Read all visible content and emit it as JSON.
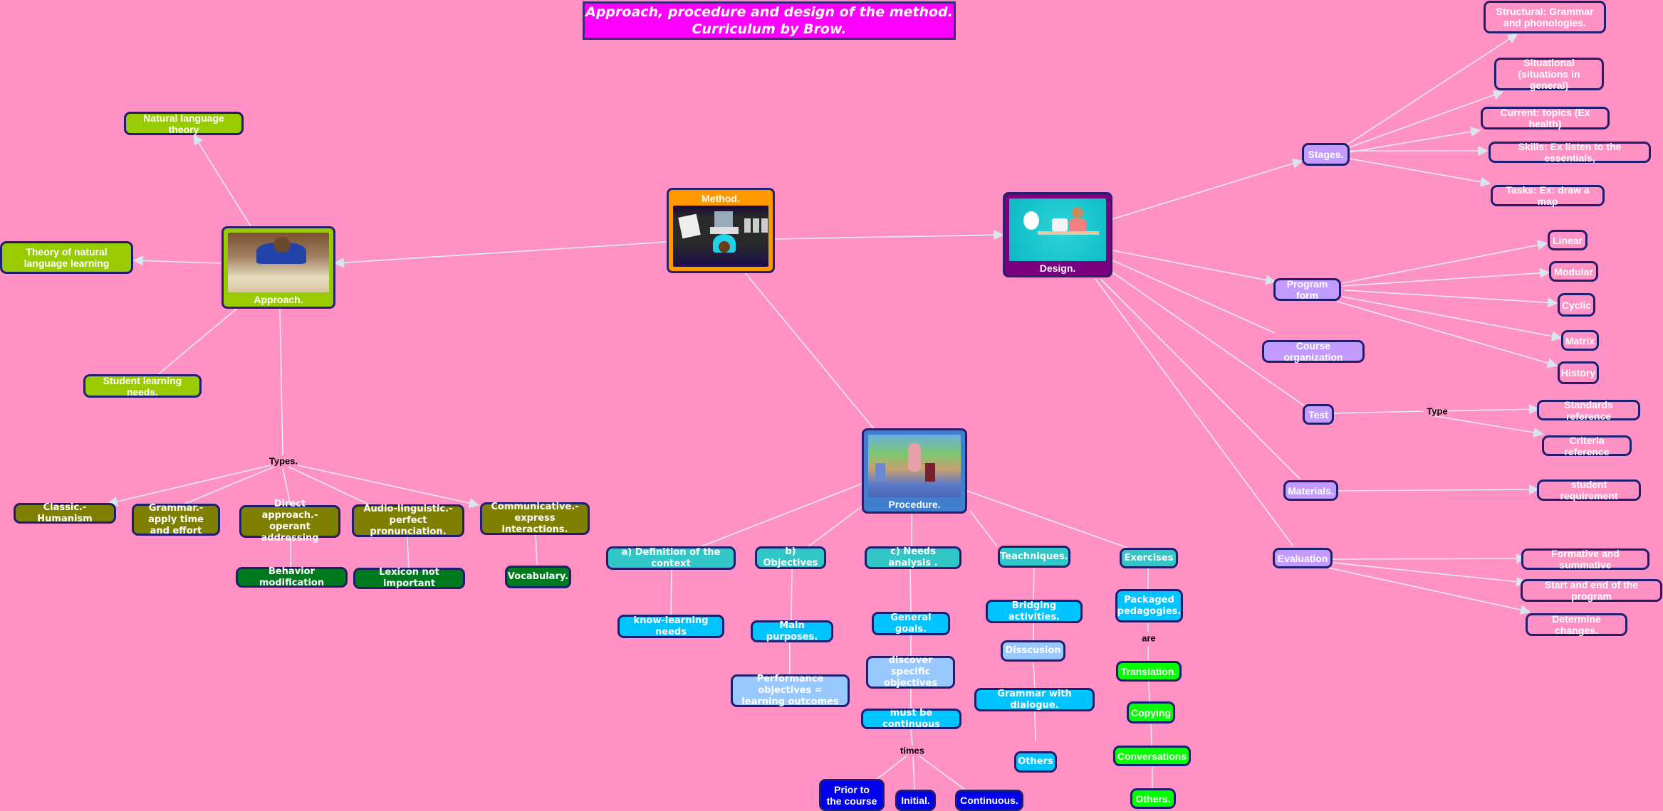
{
  "title": {
    "line1": "Approach, procedure and design of the method.",
    "line2": "Curriculum by Brow."
  },
  "colors": {
    "background": "#FF91C4",
    "title_bg": "#FF00FF",
    "approach": "#99CC00",
    "approach_types": "#808000",
    "approach_subtypes": "#007A1E",
    "method": "#FF9900",
    "design": "#7A0080",
    "procedure": "#3F7FD0",
    "procedure_steps": "#33C6C6",
    "procedure_sub": "#00C4FF",
    "procedure_pale": "#99C8FF",
    "times": "#0000EE",
    "exercises": "#00FF00",
    "design_children": "#C39BFF",
    "border": "#1E1E6E",
    "edge": "#E0E8F0"
  },
  "central": {
    "method": {
      "label": "Method.",
      "image": "person-at-laptop-illustration"
    },
    "approach": {
      "label": "Approach.",
      "image": "student-over-books-photo"
    },
    "design": {
      "label": "Design.",
      "image": "woman-at-desk-illustration"
    },
    "procedure": {
      "label": "Procedure.",
      "image": "classroom-children-photo"
    }
  },
  "approach": {
    "natural_language_theory": "Natural language theory",
    "theory_natural_learning": "Theory of natural language learning",
    "student_needs": "Student learning needs.",
    "types_label": "Types.",
    "types": [
      {
        "label": "Classic.- Humanism"
      },
      {
        "label": "Grammar.- apply time and effort"
      },
      {
        "label": "Direct approach.- operant addressing",
        "child": "Behavior modification"
      },
      {
        "label": "Audio-linguistic.- perfect pronunciation.",
        "child": "Lexicon not important"
      },
      {
        "label": "Communicative.- express interactions.",
        "child": "Vocabulary."
      }
    ]
  },
  "procedure": {
    "steps": [
      {
        "label": "a) Definition of the context",
        "child": "know-learning needs"
      },
      {
        "label": "b) Objectives",
        "child": "Main purposes.",
        "grandchild": "Performance objectives = learning outcomes"
      },
      {
        "label": "c) Needs analysis .",
        "children": [
          "General goals.",
          "discover specific objectives",
          "must be continuous"
        ]
      },
      {
        "label": "Teachniques.",
        "children": [
          "Bridging activities.",
          "Disscusion",
          "Grammar with dialogue.",
          "Others"
        ]
      },
      {
        "label": "Exercises",
        "children": [
          "Packaged pedagogies."
        ]
      }
    ],
    "times_label": "times",
    "times": [
      "Prior to the course",
      "Initial.",
      "Continuous."
    ],
    "are_label": "are",
    "exercise_types": [
      "Translation.",
      "Copying",
      "Conversations",
      "Others."
    ]
  },
  "design": {
    "stages": {
      "label": "Stages.",
      "children": [
        "Structural: Grammar and phonologies.",
        "Situational (situations in general)",
        "Current: topics (Ex health)",
        "Skills: Ex listen to the essentials,",
        "Tasks: Ex: draw a map"
      ]
    },
    "program_form": {
      "label": "Program form",
      "children": [
        "Linear",
        "Modular",
        "Cyclic",
        "Matrix",
        "History"
      ]
    },
    "course_organization": "Course organization",
    "test": {
      "label": "Test",
      "link_label": "Type",
      "children": [
        "Standards reference",
        "Criteria reference"
      ]
    },
    "materials": {
      "label": "Materials.",
      "children": [
        "student requirement"
      ]
    },
    "evaluation": {
      "label": "Evaluation",
      "children": [
        "Formative and summative",
        "Start and end of the program",
        "Determine changes."
      ]
    }
  }
}
